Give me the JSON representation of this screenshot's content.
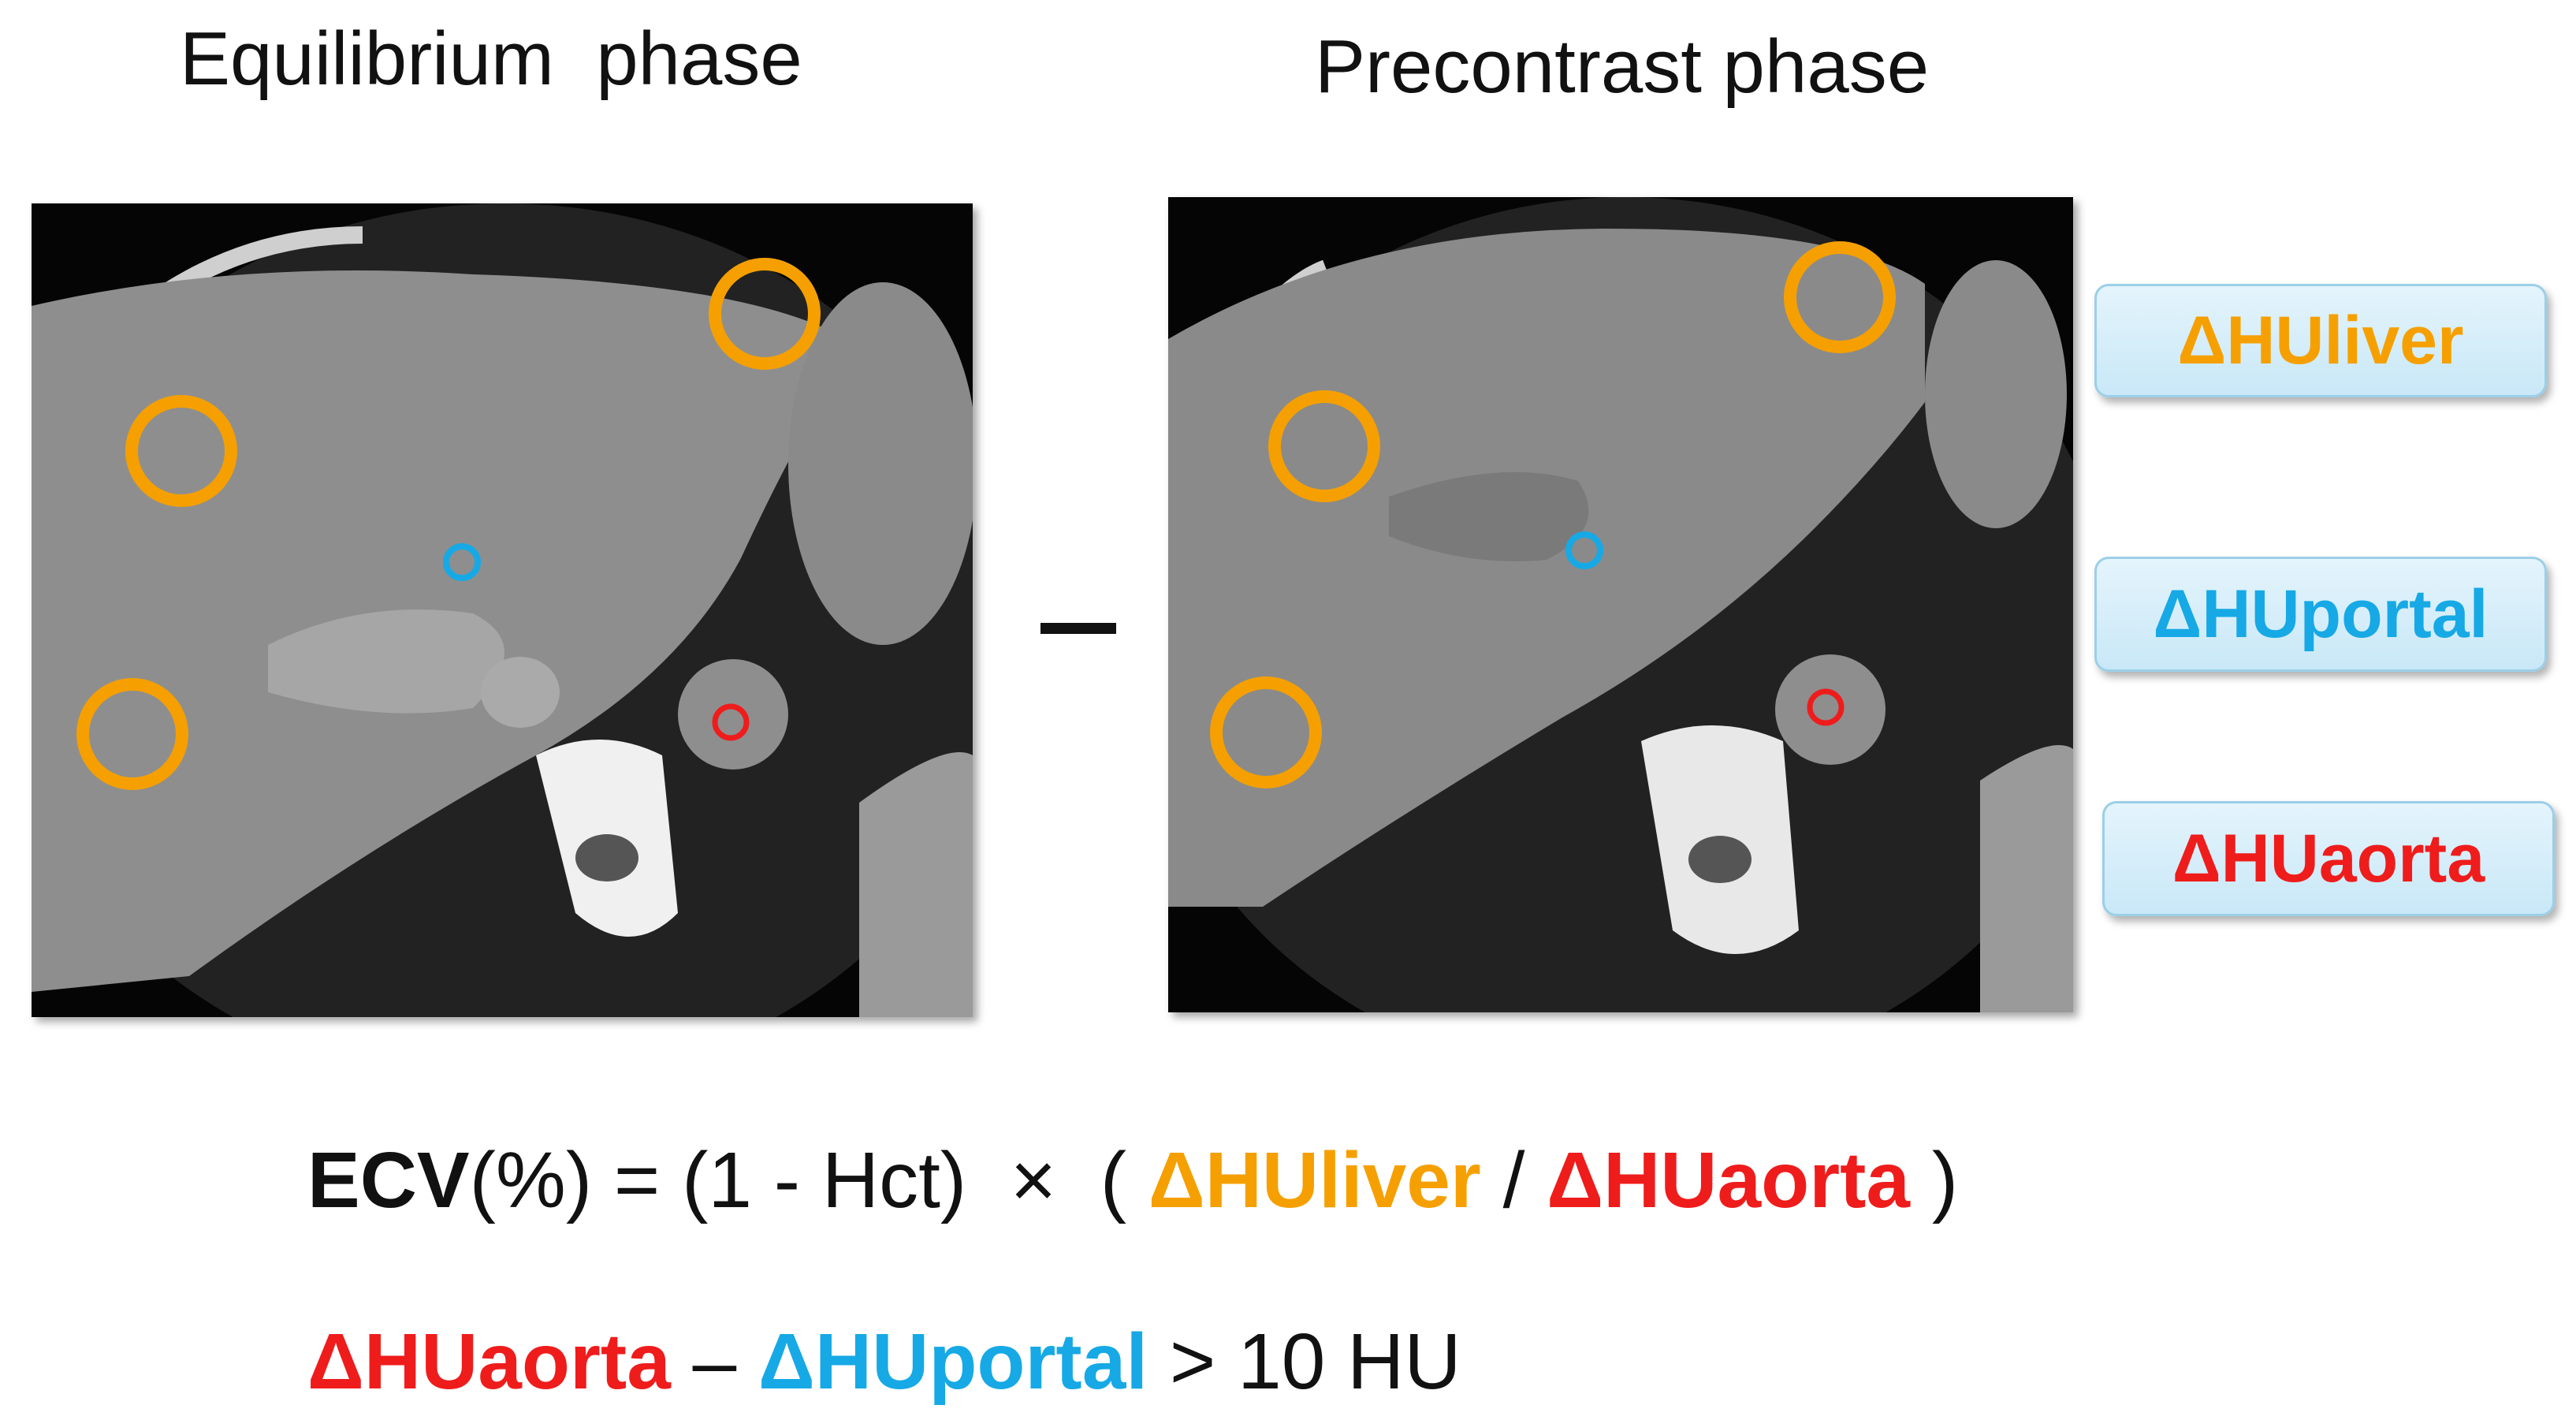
{
  "titles": {
    "left": "Equilibrium  phase",
    "right": "Precontrast phase"
  },
  "operator": "minus",
  "labels": {
    "liver": "ΔHUliver",
    "portal": "ΔHUportal",
    "aorta": "ΔHUaorta"
  },
  "formula1": {
    "ecv": "ECV",
    "rest": "(%) = (1 - Hct)  ×  ( ",
    "liver": "ΔHUliver",
    "slash": " / ",
    "aorta": "ΔHUaorta",
    "close": " )"
  },
  "formula2": {
    "aorta": "ΔHUaorta",
    "dash": " – ",
    "portal": "ΔHUportal",
    "rest": " > 10 HU"
  },
  "colors": {
    "liver": "#f5a000",
    "portal": "#16a9e5",
    "aorta": "#ef1c1c",
    "text": "#111111"
  }
}
